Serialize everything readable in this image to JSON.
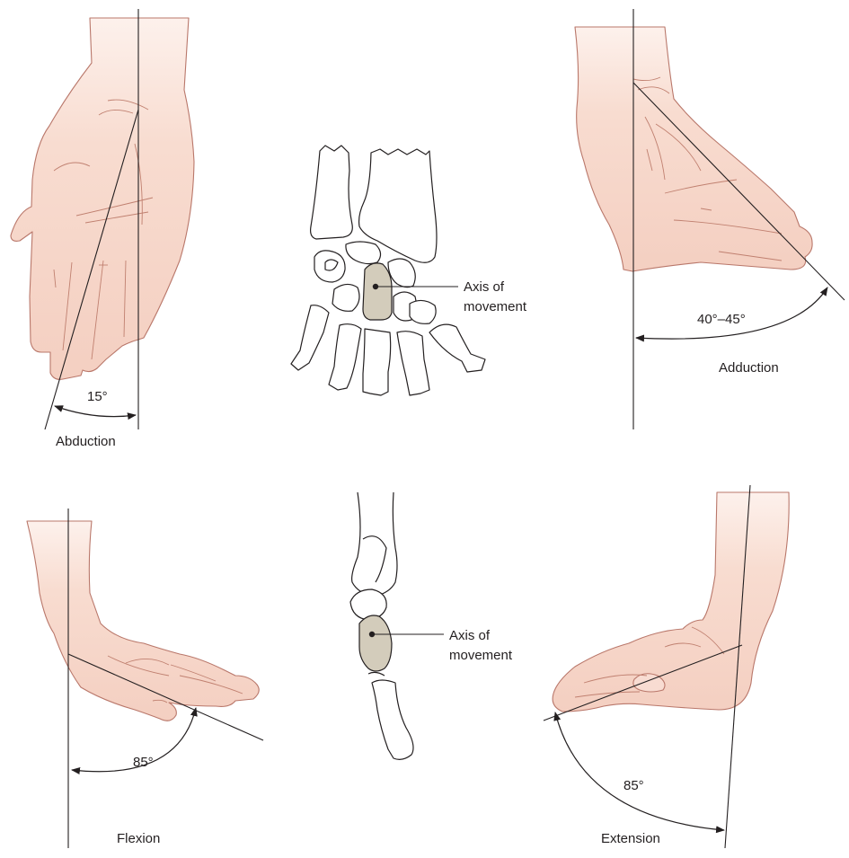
{
  "panels": {
    "radial_abduction": {
      "angle_label": "15°",
      "motion_label": "Abduction"
    },
    "ulnar_adduction": {
      "angle_label": "40°–45°",
      "motion_label": "Adduction"
    },
    "carpus_front": {
      "axis_label_line1": "Axis of",
      "axis_label_line2": "movement"
    },
    "flexion": {
      "angle_label": "85°",
      "motion_label": "Flexion"
    },
    "carpus_side": {
      "axis_label_line1": "Axis of",
      "axis_label_line2": "movement"
    },
    "extension": {
      "angle_label": "85°",
      "motion_label": "Extension"
    }
  },
  "colors": {
    "skin_light": "#fdf1ec",
    "skin_mid": "#f6d3c6",
    "skin_outline": "#b9776a",
    "bone_highlight": "#d3ccbb",
    "line": "#231f20"
  }
}
